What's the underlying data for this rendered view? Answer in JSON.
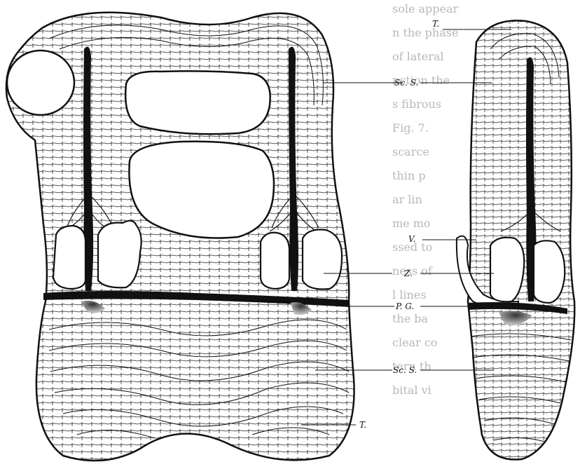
{
  "figure": {
    "labels": {
      "top_T": "T.",
      "upper_ScS": "Sc. S.",
      "V": "V.",
      "Z": "Z.",
      "PG": "P. G.",
      "lower_ScS": "Sc. S.",
      "bottom_T": "T."
    },
    "text_backdrop": [
      "sole appear",
      "n the phase",
      "of lateral",
      "nction the",
      "s fibrous",
      "Fig. 7.",
      "scarce",
      "thin p",
      "ar lin",
      "me mo",
      "ssed to",
      "ness of",
      "l lines",
      "the ba",
      "clear co",
      "tern th",
      "bital vi"
    ],
    "colors": {
      "ink": "#111111",
      "paper": "#ffffff",
      "backdrop_text": "#b8b8b8"
    }
  }
}
